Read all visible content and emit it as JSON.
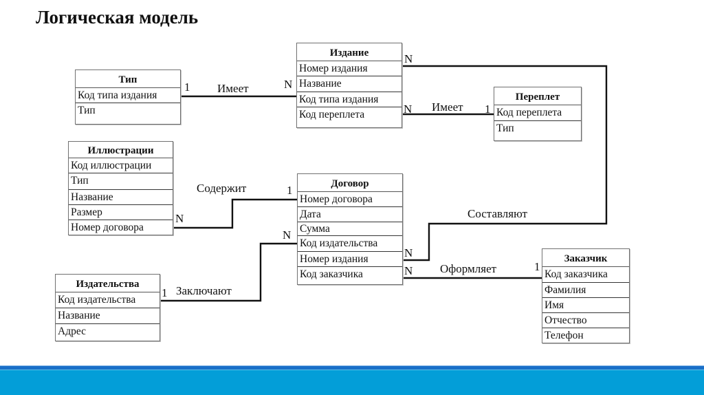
{
  "slide": {
    "title": "Логическая модель"
  },
  "entities": {
    "tip": {
      "name": "Тип",
      "attributes": [
        "Код типа издания",
        "Тип"
      ]
    },
    "izdanie": {
      "name": "Издание",
      "attributes": [
        "Номер издания",
        "Название",
        "Код типа издания",
        "Код переплета"
      ]
    },
    "pereplet": {
      "name": "Переплет",
      "attributes": [
        "Код переплета",
        "Тип"
      ]
    },
    "illyustratsii": {
      "name": "Иллюстрации",
      "attributes": [
        "Код иллюстрации",
        "Тип",
        "Название",
        "Размер",
        "Номер договора"
      ]
    },
    "dogovor": {
      "name": "Договор",
      "attributes": [
        "Номер договора",
        "Дата",
        "Сумма",
        "Код издательства",
        "Номер издания",
        "Код заказчика"
      ]
    },
    "izdatelstva": {
      "name": "Издательства",
      "attributes": [
        "Код издательства",
        "Название",
        "Адрес"
      ]
    },
    "zakazchik": {
      "name": "Заказчик",
      "attributes": [
        "Код заказчика",
        "Фамилия",
        "Имя",
        "Отчество",
        "Телефон"
      ]
    }
  },
  "relationships": {
    "tip_izdanie": {
      "label": "Имеет",
      "from": "Тип.Код типа издания",
      "to": "Издание.Код типа издания",
      "from_cardinality": "1",
      "to_cardinality": "N"
    },
    "izdanie_pereplet": {
      "label": "Имеет",
      "from": "Издание.Код переплета",
      "to": "Переплет.Код переплета",
      "from_cardinality": "N",
      "to_cardinality": "1"
    },
    "illyustratsii_dogovor": {
      "label": "Содержит",
      "from": "Иллюстрации.Номер договора",
      "to": "Договор.Номер договора",
      "from_cardinality": "N",
      "to_cardinality": "1"
    },
    "izdatelstva_dogovor": {
      "label": "Заключают",
      "from": "Издательства.Код издательства",
      "to": "Договор.Код издательства",
      "from_cardinality": "1",
      "to_cardinality": "N"
    },
    "dogovor_izdanie": {
      "label": "Составляют",
      "from": "Договор.Номер издания",
      "to": "Издание.Номер издания",
      "from_cardinality": "N",
      "to_cardinality": "N"
    },
    "dogovor_zakazchik": {
      "label": "Оформляет",
      "from": "Договор.Код заказчика",
      "to": "Заказчик.Код заказчика",
      "from_cardinality": "N",
      "to_cardinality": "1"
    }
  },
  "colors": {
    "line": "#111111",
    "box_border": "#707070",
    "footer_strip": "#1a6fc8",
    "footer_band": "#039ed8",
    "background": "#ffffff"
  }
}
